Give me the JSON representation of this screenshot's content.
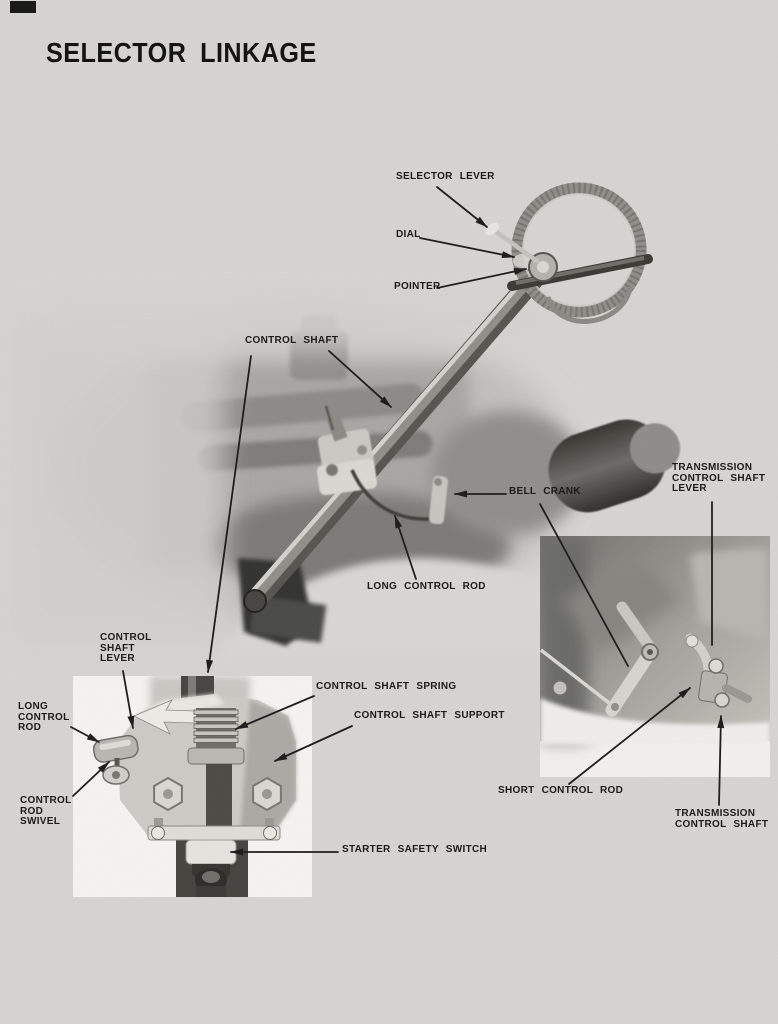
{
  "page": {
    "title": "SELECTOR LINKAGE",
    "colors": {
      "background": "#d5d4d0",
      "ink": "#1b1b1a",
      "inset_background": "#f3f2ee"
    }
  },
  "callouts": {
    "selector_lever": "SELECTOR LEVER",
    "dial": "DIAL",
    "pointer": "POINTER",
    "control_shaft": "CONTROL SHAFT",
    "bell_crank": "BELL CRANK",
    "long_control_rod": "LONG CONTROL ROD",
    "control_shaft_lever": "CONTROL\nSHAFT\nLEVER",
    "long_control_rod_inset": "LONG\nCONTROL\nROD",
    "control_rod_swivel": "CONTROL\nROD\nSWIVEL",
    "control_shaft_spring": "CONTROL SHAFT SPRING",
    "control_shaft_support": "CONTROL SHAFT SUPPORT",
    "starter_safety_switch": "STARTER SAFETY SWITCH",
    "transmission_control_shaft_lever": "TRANSMISSION\nCONTROL SHAFT\nLEVER",
    "short_control_rod": "SHORT CONTROL ROD",
    "transmission_control_shaft": "TRANSMISSION\nCONTROL SHAFT"
  }
}
